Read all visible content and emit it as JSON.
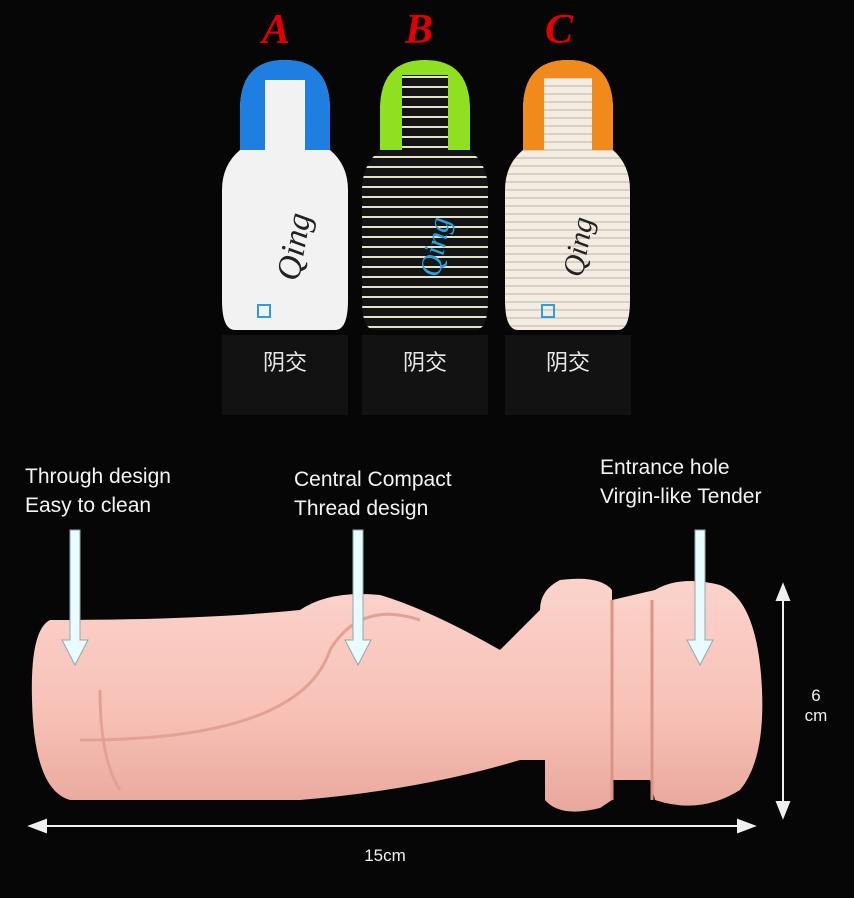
{
  "variants": [
    {
      "letter": "A",
      "accent": "#1f7fe0",
      "body": "#f2f2f2",
      "label": "阴交"
    },
    {
      "letter": "B",
      "accent": "#8fe020",
      "body": "#1a1a1a",
      "label": "阴交"
    },
    {
      "letter": "C",
      "accent": "#f08a1a",
      "body": "#f4ede4",
      "label": "阴交"
    }
  ],
  "features": [
    {
      "line1": "Through design",
      "line2": "Easy to clean"
    },
    {
      "line1": "Central Compact",
      "line2": "Thread design"
    },
    {
      "line1": "Entrance hole",
      "line2": "Virgin-like Tender"
    }
  ],
  "dimensions": {
    "height_value": "6",
    "height_unit": "cm",
    "length": "15cm"
  },
  "colors": {
    "background": "#060606",
    "product": "#f8c6bd",
    "letter": "#e00000",
    "arrow": "#e8fbff"
  }
}
